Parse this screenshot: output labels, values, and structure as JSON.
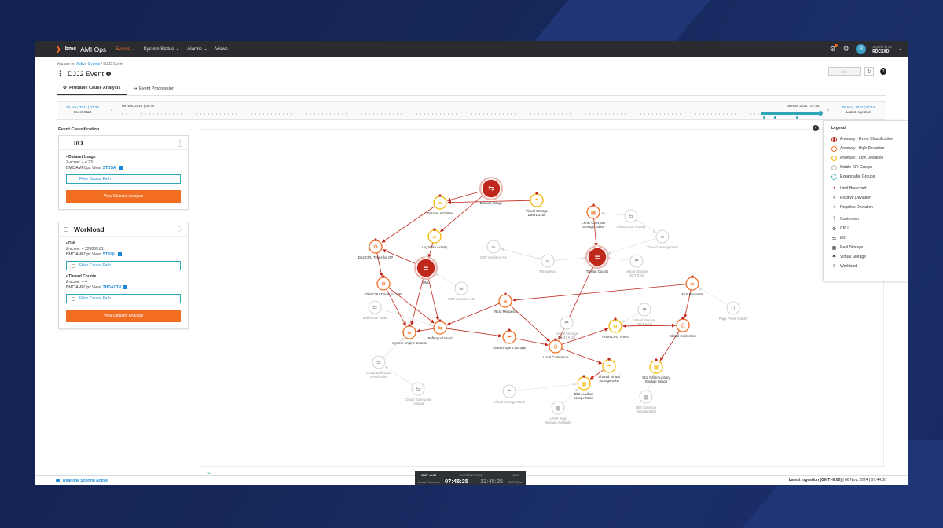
{
  "topbar": {
    "brand": "bmc",
    "app_name": "AMI Ops",
    "nav": [
      "Events",
      "System Status",
      "Alarms",
      "Views"
    ],
    "signed_in_label": "Signed in as",
    "user": "RDCSXD",
    "avatar_letter": "R"
  },
  "breadcrumb": {
    "prefix": "You are in:",
    "link": "Active Events",
    "current": "DJJ2 Event"
  },
  "page_title": "DJJ2 Event",
  "controls": {
    "input_placeholder": "Xlo"
  },
  "tabs": [
    "Probable Cause Analysis",
    "Event Progression"
  ],
  "timeline": {
    "start_date": "06 Nov, 2024 | 07:39",
    "start_label": "Event Start",
    "track_start": "06 Nov, 2024 | 06:44",
    "track_end": "06 Nov, 2024 | 07:44",
    "end_date": "06 Nov, 2024 | 07:44",
    "end_label": "Latest Ingestion"
  },
  "classification_title": "Event Classification",
  "cards": [
    {
      "title": "I/O",
      "number": "1",
      "metrics": [
        {
          "name": "Dataset Usage",
          "zscore": "Z-score: + 4.23",
          "view_label": "BMC AMI Ops View:",
          "view": "STDSA"
        }
      ]
    },
    {
      "title": "Workload",
      "number": "2",
      "metrics": [
        {
          "name": "DML",
          "zscore": "Z-score: + 229069.81",
          "view_label": "BMC AMI Ops View:",
          "view": "STSQL"
        },
        {
          "name": "Thread Counts",
          "zscore": "Z-score: + 4",
          "view_label": "BMC AMI Ops View:",
          "view": "THDACTV"
        }
      ]
    }
  ],
  "filter_label": "Filter Causal Path",
  "analysis_label": "View Detailed Analysis",
  "graph": {
    "nodes": [
      {
        "label": "Dataset Usage",
        "kind": "event",
        "icon": "io"
      },
      {
        "label": "Dataset Activities",
        "kind": "low",
        "icon": "workload"
      },
      {
        "label": "Virtual Storage DBM1 31bit",
        "kind": "low",
        "icon": "vstorage"
      },
      {
        "label": "LPAR Common Storage 31bits",
        "kind": "high",
        "icon": "realstorage"
      },
      {
        "label": "Global DDF Activity",
        "kind": "stable",
        "icon": "io"
      },
      {
        "label": "Log Write Activity",
        "kind": "low",
        "icon": "workload"
      },
      {
        "label": "Thread Management",
        "kind": "stable",
        "icon": "workload"
      },
      {
        "label": "Db2 CPU Times for GP",
        "kind": "high",
        "icon": "cpu"
      },
      {
        "label": "DDF activities AR",
        "kind": "stable",
        "icon": "workload"
      },
      {
        "label": "Throughput",
        "kind": "stable",
        "icon": "workload"
      },
      {
        "label": "Thread Counts",
        "kind": "event",
        "icon": "workload"
      },
      {
        "label": "Virtual Storage DIST 31bit",
        "kind": "stable",
        "icon": "vstorage"
      },
      {
        "label": "DML",
        "kind": "event",
        "icon": "workload"
      },
      {
        "label": "Db2 CPU Times for zIIP",
        "kind": "high",
        "icon": "cpu"
      },
      {
        "label": "DDF activities AS",
        "kind": "stable",
        "icon": "workload"
      },
      {
        "label": "IRLM Requests",
        "kind": "high",
        "icon": "workload"
      },
      {
        "label": "XES Requests",
        "kind": "high",
        "icon": "workload"
      },
      {
        "label": "Bufferpool Write",
        "kind": "stable",
        "icon": "io"
      },
      {
        "label": "Page Prock Activity",
        "kind": "stable",
        "icon": "contention"
      },
      {
        "label": "Virtual Storage DBM1 64bit",
        "kind": "stable",
        "icon": "vstorage"
      },
      {
        "label": "Virtual Storage DIST 64bit",
        "kind": "stable",
        "icon": "vstorage"
      },
      {
        "label": "System Engine Counts",
        "kind": "high",
        "icon": "workload"
      },
      {
        "label": "Bufferpool Read",
        "kind": "high",
        "icon": "io"
      },
      {
        "label": "Shared Agent Storage",
        "kind": "high",
        "icon": "vstorage"
      },
      {
        "label": "IRLM CPU Times",
        "kind": "low",
        "icon": "cpu"
      },
      {
        "label": "Global Contention",
        "kind": "high",
        "icon": "contention"
      },
      {
        "label": "Local Contention",
        "kind": "high",
        "icon": "contention"
      },
      {
        "label": "Group Bufferpool Read/Write",
        "kind": "stable",
        "icon": "io"
      },
      {
        "label": "Shared Virtual Storage 64bit",
        "kind": "low",
        "icon": "vstorage"
      },
      {
        "label": "Db2 Real/Auxiliary Storage Usage",
        "kind": "low",
        "icon": "realstorage"
      },
      {
        "label": "Db2 Auxiliary Usage Ratio",
        "kind": "low",
        "icon": "realstorage"
      },
      {
        "label": "Group Bufferpool Castout",
        "kind": "stable",
        "icon": "io"
      },
      {
        "label": "Virtual Storage IRLM",
        "kind": "stable",
        "icon": "vstorage"
      },
      {
        "label": "LPAR Real Storage Available",
        "kind": "stable",
        "icon": "realstorage"
      },
      {
        "label": "Db2 Common Storage 64bit",
        "kind": "stable",
        "icon": "realstorage"
      }
    ]
  },
  "legend": {
    "title": "Legend:",
    "anomaly": [
      {
        "label": "Anomaly - Event Classification",
        "color": "#c0281b"
      },
      {
        "label": "Anomaly - High Deviation",
        "color": "#f26d21"
      },
      {
        "label": "Anomaly - Low Deviation",
        "color": "#f5b800"
      },
      {
        "label": "Stable KPI Groups",
        "color": "#bbbbbb"
      },
      {
        "label": "Expandable Groups",
        "color": "#30a7b8"
      }
    ],
    "markers": [
      "Limit Breached",
      "Positive Deviation",
      "Negative Deviation"
    ],
    "types": [
      "Contention",
      "CPU",
      "I/O",
      "Real Storage",
      "Virtual Storage",
      "Workload"
    ]
  },
  "footer": {
    "realtime": "Realtime Scoring Active",
    "last_ingestion_label": "Latest Ingestion (GMT -8:00)",
    "last_ingestion_value": "| 06 Nov, 2024 | 07:44:00"
  },
  "clock": {
    "gmt": "GMT -8:00",
    "current_label": "CURRENT TIME",
    "gmt_label": "GMT",
    "local_label": "Local Timezone",
    "local_time": "07:45:25",
    "gmt_time": "13:45:25",
    "utc_label": "GMT Time"
  },
  "colors": {
    "accent": "#f26d21",
    "event": "#c0281b",
    "low": "#f5b800",
    "teal": "#30a7b8",
    "link": "#1b8ad6"
  }
}
